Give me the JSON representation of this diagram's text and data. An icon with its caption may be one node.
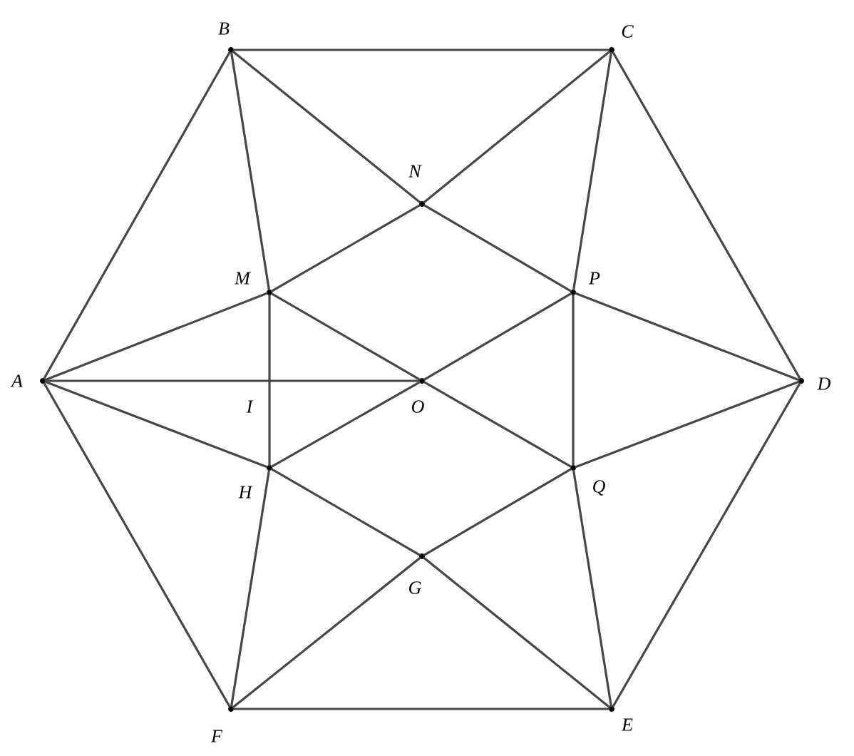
{
  "diagram": {
    "nodes": [
      {
        "text": [
          "B"
        ]
      },
      {
        "text": [
          "C"
        ]
      },
      {
        "text": [
          "N"
        ]
      },
      {
        "text": [
          "M"
        ]
      },
      {
        "text": [
          "P"
        ]
      },
      {
        "text": [
          "A"
        ]
      },
      {
        "text": [
          "I"
        ]
      },
      {
        "text": [
          "O"
        ]
      },
      {
        "text": [
          "D"
        ]
      },
      {
        "text": [
          "H"
        ]
      },
      {
        "text": [
          "Q"
        ]
      },
      {
        "text": [
          "G"
        ]
      },
      {
        "text": [
          "F"
        ]
      },
      {
        "text": [
          "E"
        ]
      }
    ],
    "edges": [
      {
        "from": 5,
        "to": 0,
        "arrow": "none"
      },
      {
        "from": 0,
        "to": 1,
        "arrow": "none"
      },
      {
        "from": 1,
        "to": 8,
        "arrow": "none"
      },
      {
        "from": 8,
        "to": 13,
        "arrow": "none"
      },
      {
        "from": 13,
        "to": 12,
        "arrow": "none"
      },
      {
        "from": 12,
        "to": 5,
        "arrow": "none"
      },
      {
        "from": 0,
        "to": 2,
        "arrow": "none"
      },
      {
        "from": 1,
        "to": 2,
        "arrow": "none"
      },
      {
        "from": 2,
        "to": 3,
        "arrow": "none"
      },
      {
        "from": 2,
        "to": 4,
        "arrow": "none"
      },
      {
        "from": 5,
        "to": 3,
        "arrow": "none"
      },
      {
        "from": 8,
        "to": 4,
        "arrow": "none"
      },
      {
        "from": 0,
        "to": 3,
        "arrow": "none"
      },
      {
        "from": 1,
        "to": 4,
        "arrow": "none"
      },
      {
        "from": 3,
        "to": 6,
        "arrow": "none"
      },
      {
        "from": 6,
        "to": 9,
        "arrow": "none"
      },
      {
        "from": 4,
        "to": 10,
        "arrow": "none"
      },
      {
        "from": 5,
        "to": 6,
        "arrow": "none"
      },
      {
        "from": 6,
        "to": 7,
        "arrow": "none"
      },
      {
        "from": 3,
        "to": 7,
        "arrow": "none"
      },
      {
        "from": 7,
        "to": 10,
        "arrow": "none"
      },
      {
        "from": 9,
        "to": 7,
        "arrow": "none"
      },
      {
        "from": 7,
        "to": 4,
        "arrow": "none"
      },
      {
        "from": 5,
        "to": 9,
        "arrow": "none"
      },
      {
        "from": 8,
        "to": 10,
        "arrow": "none"
      },
      {
        "from": 9,
        "to": 11,
        "arrow": "none"
      },
      {
        "from": 10,
        "to": 11,
        "arrow": "none"
      },
      {
        "from": 11,
        "to": 13,
        "arrow": "none"
      },
      {
        "from": 11,
        "to": 12,
        "arrow": "none"
      },
      {
        "from": 12,
        "to": 9,
        "arrow": "none"
      },
      {
        "from": 13,
        "to": 10,
        "arrow": "none"
      }
    ]
  }
}
